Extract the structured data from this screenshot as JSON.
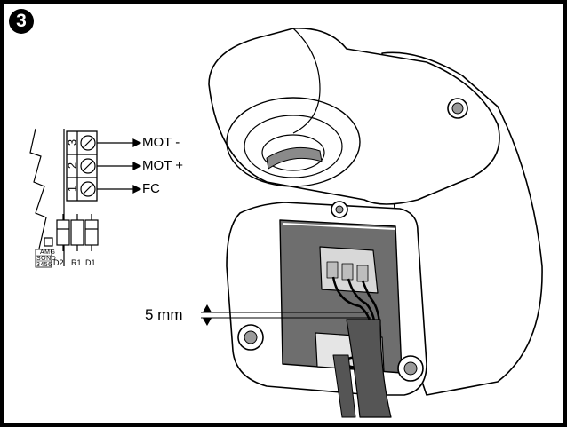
{
  "step": {
    "number": "3"
  },
  "terminals": [
    {
      "num": "3",
      "label": "MOT -"
    },
    {
      "num": "2",
      "label": "MOT +"
    },
    {
      "num": "1",
      "label": "FC"
    }
  ],
  "strip": {
    "row1": "AMG",
    "row2": "SOND",
    "row3": "3456"
  },
  "components": [
    "D2",
    "R1",
    "D1"
  ],
  "measurement": {
    "label": "5 mm"
  },
  "colors": {
    "line": "#000000",
    "background": "#ffffff",
    "cable": "#555555",
    "mount_shading": "#6e6e6e"
  }
}
